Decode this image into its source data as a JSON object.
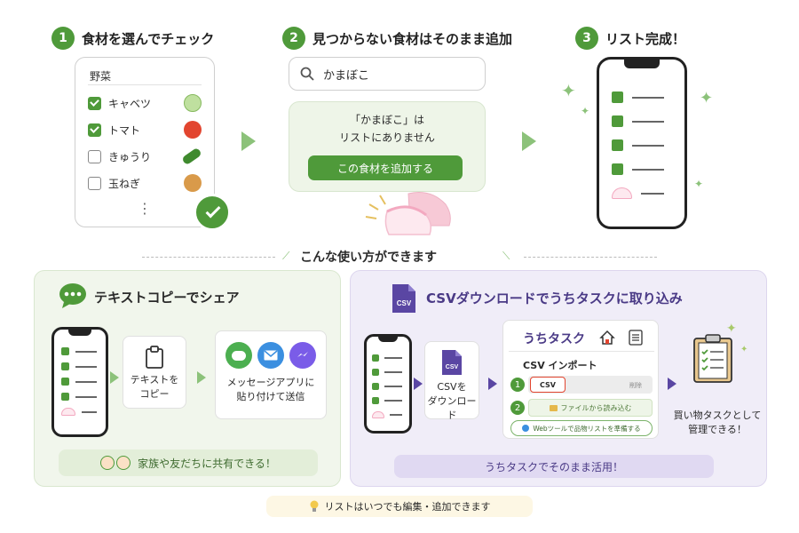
{
  "steps": [
    {
      "num": "1",
      "title": "食材を選んでチェック"
    },
    {
      "num": "2",
      "title": "見つからない食材はそのまま追加"
    },
    {
      "num": "3",
      "title": "リスト完成！"
    }
  ],
  "veg_card": {
    "category": "野菜",
    "items": [
      {
        "label": "キャベツ",
        "checked": true,
        "icon": "cabbage-icon",
        "color": "#9fcf7a"
      },
      {
        "label": "トマト",
        "checked": true,
        "icon": "tomato-icon",
        "color": "#e2452f"
      },
      {
        "label": "きゅうり",
        "checked": false,
        "icon": "cucumber-icon",
        "color": "#3f8a2e"
      },
      {
        "label": "玉ねぎ",
        "checked": false,
        "icon": "onion-icon",
        "color": "#d99a4a"
      }
    ],
    "more": "⋮"
  },
  "search": {
    "value": "かまぼこ"
  },
  "not_found": {
    "line1": "「かまぼこ」は",
    "line2": "リストにありません",
    "button": "この食材を追加する"
  },
  "divider": "こんな使い方ができます",
  "share": {
    "title": "テキストコピーでシェア",
    "copy_label_1": "テキストを",
    "copy_label_2": "コピー",
    "msg_label_1": "メッセージアプリに",
    "msg_label_2": "貼り付けて送信",
    "bar": "家族や友だちに共有できる！"
  },
  "csv": {
    "title": "CSVダウンロードでうちタスクに取り込み",
    "file_label": "CSV",
    "dl_label_1": "CSVを",
    "dl_label_2": "ダウンロード",
    "app_name": "うちタスク",
    "import_title": "CSV インポート",
    "field_value": "CSV",
    "field_action": "削除",
    "read_button": "ファイルから読み込む",
    "web_button": "Webツールで品物リストを準備する",
    "step1": "1",
    "step2": "2",
    "result_1": "買い物タスクとして",
    "result_2": "管理できる！",
    "bar": "うちタスクでそのまま活用！"
  },
  "tip": "リストはいつでも編集・追加できます",
  "colors": {
    "green": "#4f9a3a",
    "purple": "#5a46a3"
  }
}
